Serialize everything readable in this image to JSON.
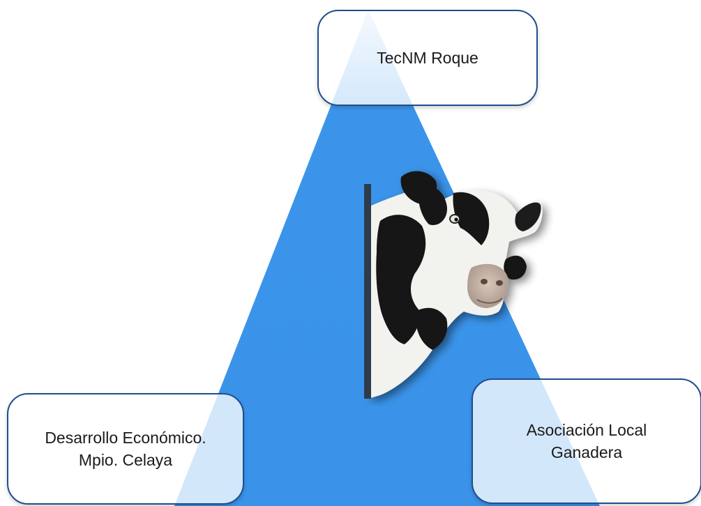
{
  "diagram": {
    "type": "triangle-cycle",
    "fill_color": "#3b94ea",
    "nodes": {
      "top": {
        "label": "TecNM Roque"
      },
      "left": {
        "label": "Desarrollo Económico.\nMpio. Celaya"
      },
      "right": {
        "label": "Asociación Local\nGanadera"
      }
    },
    "center_image": {
      "icon": "cow-peeking-icon"
    }
  }
}
